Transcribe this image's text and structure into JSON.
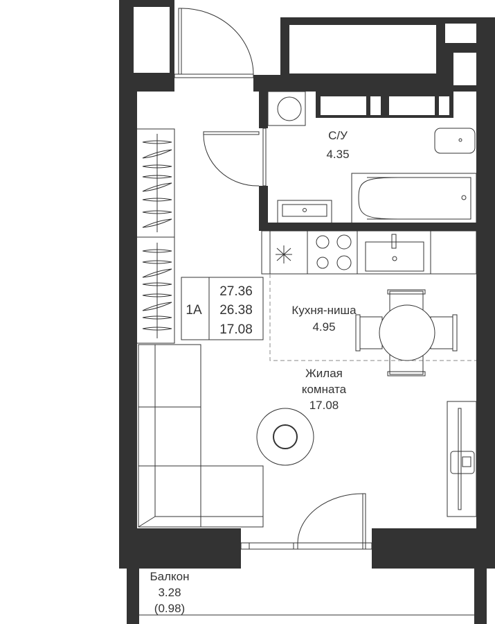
{
  "plan": {
    "unit": {
      "name": "1A",
      "total_area": "27.36",
      "area_without_balcony": "26.38",
      "living_area": "17.08"
    },
    "rooms": {
      "bathroom": {
        "name": "С/У",
        "area": "4.35"
      },
      "kitchen": {
        "name": "Кухня-ниша",
        "area": "4.95"
      },
      "living": {
        "name_line1": "Жилая",
        "name_line2": "комната",
        "area": "17.08"
      },
      "balcony": {
        "name": "Балкон",
        "area": "3.28",
        "reduced_area": "(0.98)"
      }
    },
    "colors": {
      "wall": "#333333",
      "background": "#ffffff"
    }
  }
}
